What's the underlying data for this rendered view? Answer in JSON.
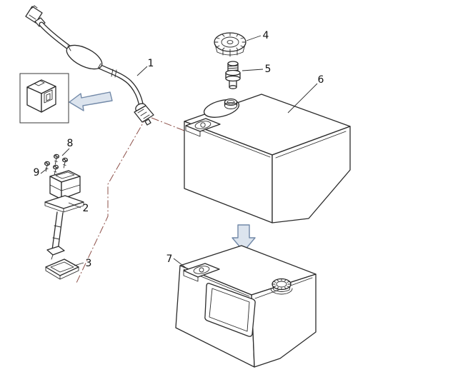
{
  "callouts": [
    {
      "label": "1",
      "part": "fuel-hose-with-primer-bulb"
    },
    {
      "label": "2",
      "part": "fuel-pickup-tube-assembly"
    },
    {
      "label": "3",
      "part": "gasket-plate"
    },
    {
      "label": "4",
      "part": "fuel-cap"
    },
    {
      "label": "5",
      "part": "filler-neck-fitting"
    },
    {
      "label": "6",
      "part": "fuel-tank"
    },
    {
      "label": "7",
      "part": "fuel-tank-assembled"
    },
    {
      "label": "8",
      "part": "screws-top"
    },
    {
      "label": "9",
      "part": "screws-side"
    }
  ],
  "icons": {
    "detail_arrow": "hollow-left-arrow",
    "assembly_arrow": "hollow-down-arrow"
  },
  "colors": {
    "line": "#2b2b2b",
    "phantom_line": "#8d5049",
    "arrow_stroke": "#7289a8",
    "arrow_fill": "#dce4ee",
    "background": "#ffffff"
  }
}
